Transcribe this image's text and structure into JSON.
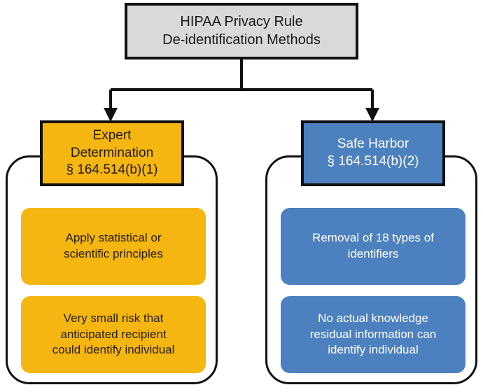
{
  "diagram": {
    "root": {
      "title_line_1": "HIPAA Privacy Rule",
      "title_line_2": "De-identification Methods",
      "fill_color": "#D9D9D9",
      "border_color": "#111111"
    },
    "branches": [
      {
        "id": "expert-determination",
        "header_line_1": "Expert",
        "header_line_2": "Determination",
        "header_line_3": "§ 164.514(b)(1)",
        "fill_color": "#F5B611",
        "text_color": "#241C06",
        "items": [
          {
            "line_1": "Apply statistical or",
            "line_2": "scientific principles",
            "line_3": ""
          },
          {
            "line_1": "Very small risk that",
            "line_2": "anticipated recipient",
            "line_3": "could identify individual"
          }
        ]
      },
      {
        "id": "safe-harbor",
        "header_line_1": "Safe Harbor",
        "header_line_2": "§ 164.514(b)(2)",
        "header_line_3": "",
        "fill_color": "#4C80BE",
        "text_color": "#FFFFFF",
        "items": [
          {
            "line_1": "Removal of 18 types of",
            "line_2": "identifiers",
            "line_3": ""
          },
          {
            "line_1": "No actual knowledge",
            "line_2": "residual information can",
            "line_3": "identify individual"
          }
        ]
      }
    ],
    "connector": {
      "color": "#111111",
      "style": "elbow-with-arrowheads"
    }
  }
}
